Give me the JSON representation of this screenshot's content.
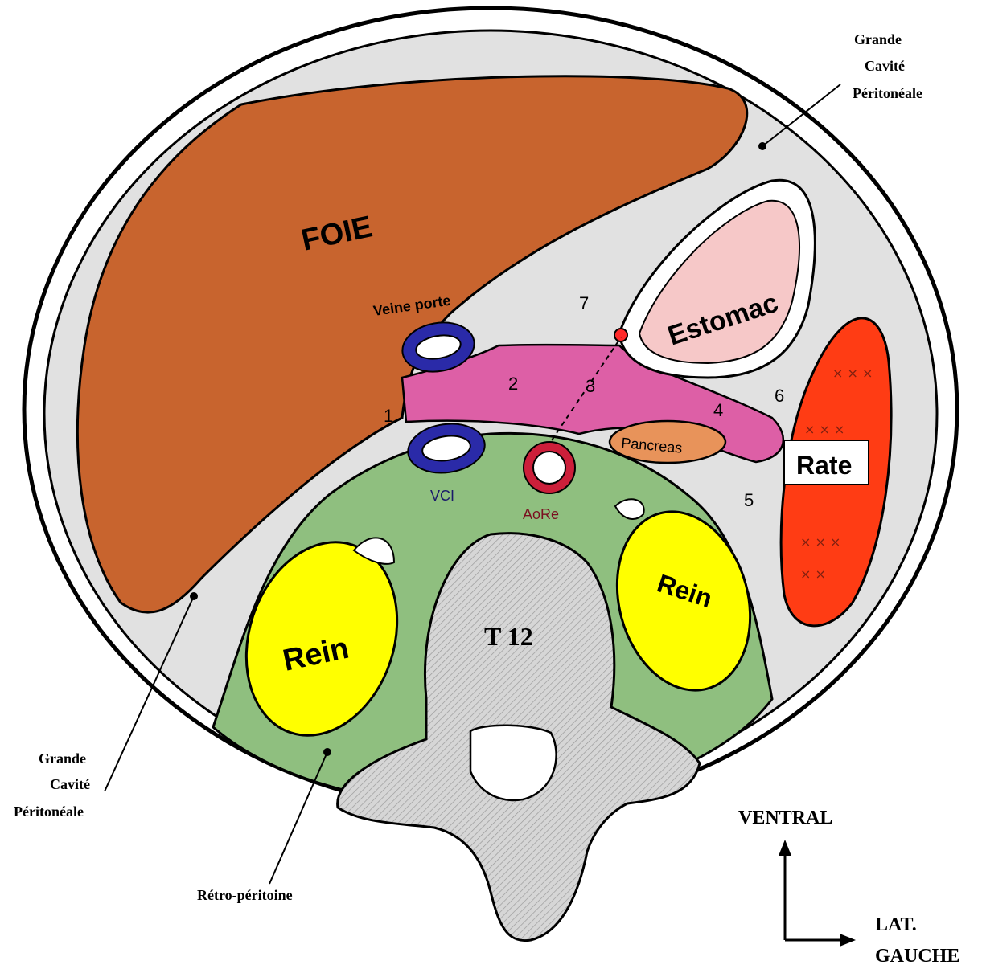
{
  "organs": {
    "liver": "FOIE",
    "portal_vein": "Veine porte",
    "stomach": "Estomac",
    "spleen": "Rate",
    "pancreas": "Pancreas",
    "ivc": "VCI",
    "aorta": "AoRe",
    "kidney_right": "Rein",
    "kidney_left": "Rein",
    "vertebra": "T 12"
  },
  "spaces": {
    "s1": "1",
    "s2": "2",
    "s3": "3",
    "s4": "4",
    "s5": "5",
    "s6": "6",
    "s7": "7"
  },
  "annotations": {
    "peritoneal_top": [
      "Grande",
      "Cavité",
      "Péritonéale"
    ],
    "peritoneal_left": [
      "Grande",
      "Cavité",
      "Péritonéale"
    ],
    "retroperitoneum": "Rétro-péritoine"
  },
  "orientation": {
    "ventral": "VENTRAL",
    "lateral_line1": "LAT.",
    "lateral_line2": "GAUCHE"
  },
  "colors": {
    "liver": "#c8642e",
    "stomach": "#f6c8c8",
    "spleen": "#ff3c14",
    "pancreas": "#e8935a",
    "lesser_sac": "#dd5fa6",
    "retroperitoneum": "#8fbf7f",
    "kidney": "#ffff00",
    "vessel_ivc": "#2a2aa8",
    "vessel_aorta": "#cc1f3a",
    "cavity": "#e1e1e1",
    "vertebra": "#cfcfcf"
  }
}
